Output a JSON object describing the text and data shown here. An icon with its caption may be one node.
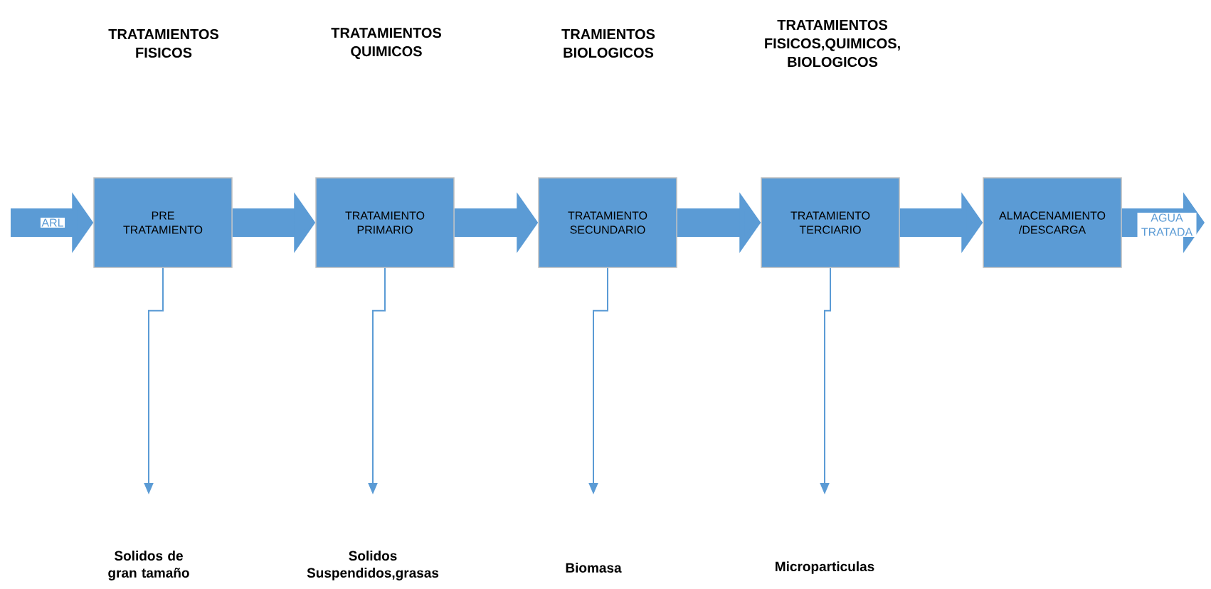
{
  "diagram": {
    "nodes": [
      {
        "text": [
          "PRE TRATAMIENTO"
        ]
      },
      {
        "text": [
          "TRATAMIENTO PRIMARIO"
        ]
      },
      {
        "text": [
          "TRATAMIENTO SECUNDARIO"
        ]
      },
      {
        "text": [
          "TRATAMIENTO TERCIARIO"
        ]
      },
      {
        "text": [
          "ALMACENAMIENTO /DESCARGA"
        ]
      },
      {
        "text": [
          "Solidos de gran tamaño"
        ]
      },
      {
        "text": [
          "Solidos Suspendidos,grasas"
        ]
      },
      {
        "text": [
          "Biomasa"
        ]
      },
      {
        "text": [
          "Microparticulas"
        ]
      }
    ],
    "edges": [
      {
        "from": null,
        "to": 0,
        "arrow": "to",
        "label": "ARL"
      },
      {
        "from": 0,
        "to": 1,
        "arrow": "to"
      },
      {
        "from": 1,
        "to": 2,
        "arrow": "to"
      },
      {
        "from": 2,
        "to": 3,
        "arrow": "to"
      },
      {
        "from": 3,
        "to": 4,
        "arrow": "to"
      },
      {
        "from": 4,
        "to": null,
        "arrow": "to",
        "label": "AGUA TRATADA"
      },
      {
        "from": 0,
        "to": 5,
        "arrow": "to"
      },
      {
        "from": 1,
        "to": 6,
        "arrow": "to"
      },
      {
        "from": 2,
        "to": 7,
        "arrow": "to"
      },
      {
        "from": 3,
        "to": 8,
        "arrow": "to"
      }
    ],
    "labels": [
      "TRATAMIENTOS FISICOS",
      "TRATAMIENTOS QUIMICOS",
      "TRAMIENTOS BIOLOGICOS",
      "TRATAMIENTOS FISICOS,QUIMICOS, BIOLOGICOS"
    ]
  }
}
